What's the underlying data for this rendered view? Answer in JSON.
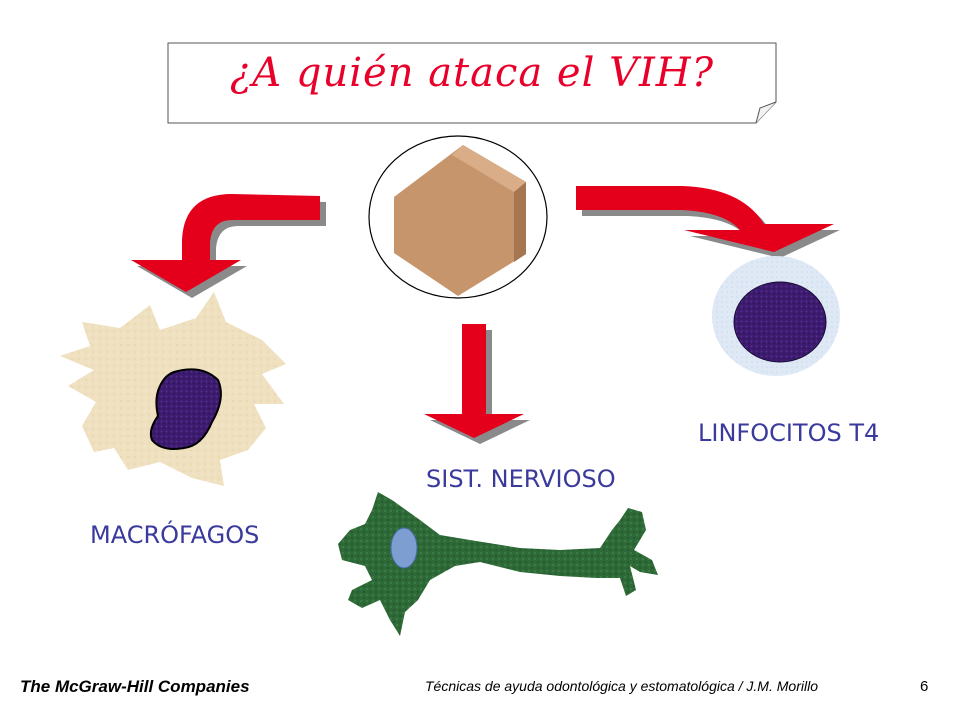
{
  "slide": {
    "title": "¿A quién ataca el VIH?",
    "labels": {
      "macrofagos": "MACRÓFAGOS",
      "sist_nervioso": "SIST. NERVIOSO",
      "linfocitos": "LINFOCITOS T4"
    }
  },
  "footer": {
    "publisher": "The McGraw-Hill Companies",
    "course": "Técnicas de ayuda odontológica y estomatológica / J.M. Morillo",
    "page": "6"
  },
  "colors": {
    "title": "#e8002a",
    "label": "#3a3a9c",
    "arrow": "#e4001b",
    "virus": "#c8966e",
    "nucleus": "#3b1a6b",
    "neuron": "#2f6b38",
    "macrophage": "#efe0bf"
  }
}
